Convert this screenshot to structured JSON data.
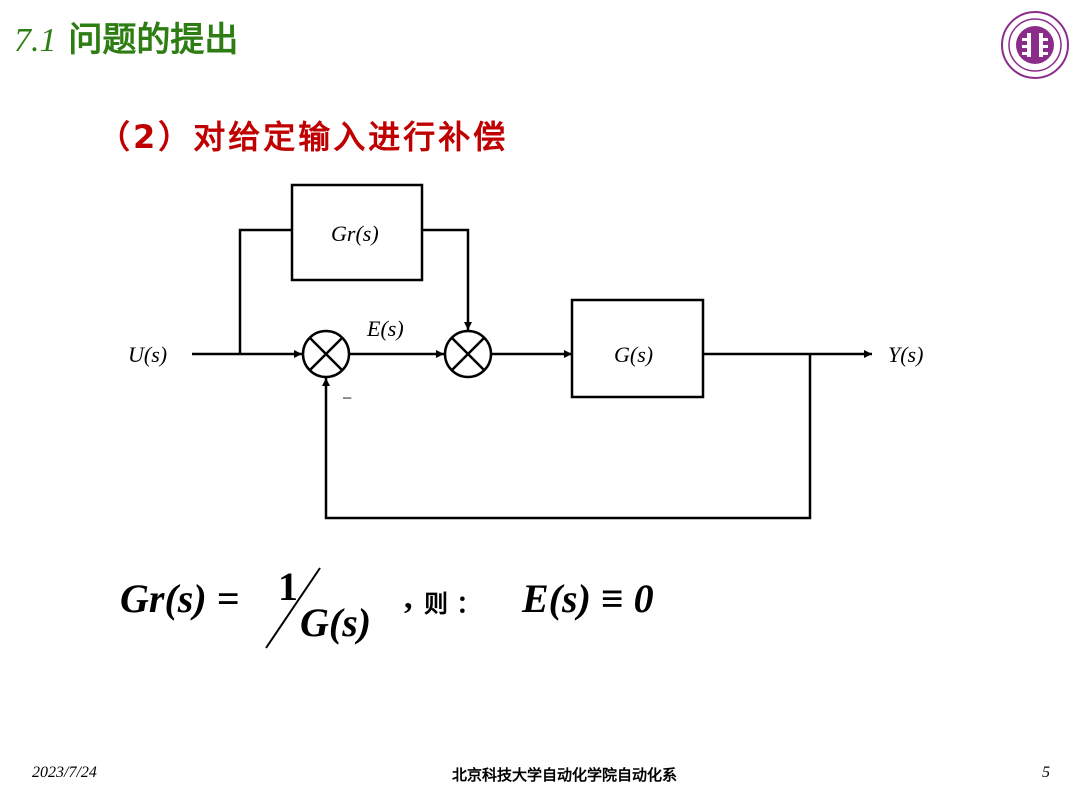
{
  "header": {
    "section_number": "7.1",
    "section_title": "问题的提出"
  },
  "subtitle": "（2）对给定输入进行补偿",
  "diagram": {
    "input_label": "U(s)",
    "output_label": "Y(s)",
    "compensator_label": "Gr(s)",
    "plant_label": "G(s)",
    "error_label": "E(s)",
    "minus_sign": "−"
  },
  "formula": {
    "lhs": "Gr(s) =",
    "numerator": "1",
    "denominator": "G(s)",
    "connector": "则 ：",
    "conclusion": "E(s) ≡ 0"
  },
  "footer": {
    "date": "2023/7/24",
    "organization": "北京科技大学自动化学院自动化系",
    "page": "5"
  },
  "colors": {
    "title": "#2e7d12",
    "subtitle": "#c00000",
    "logo": "#8b2c8b"
  }
}
